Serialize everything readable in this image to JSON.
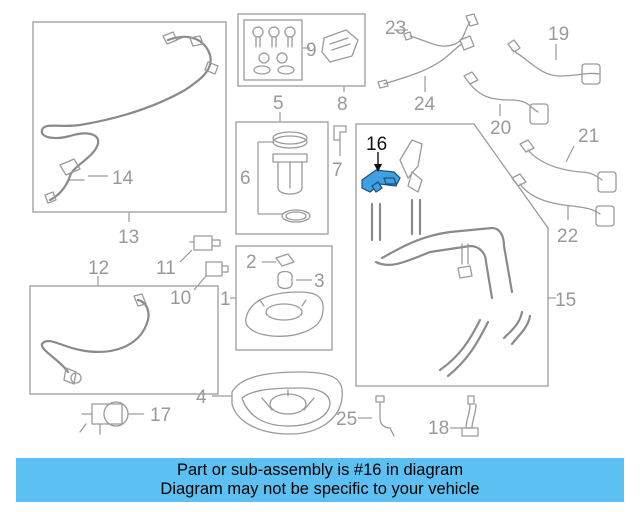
{
  "callouts": [
    "1",
    "2",
    "3",
    "4",
    "5",
    "6",
    "7",
    "8",
    "9",
    "10",
    "11",
    "12",
    "13",
    "14",
    "15",
    "16",
    "17",
    "18",
    "19",
    "20",
    "21",
    "22",
    "23",
    "24",
    "25"
  ],
  "highlighted_part": "16",
  "banner": {
    "line1": "Part or sub-assembly is #16 in diagram",
    "line2": "Diagram may not be specific to your vehicle"
  },
  "colors": {
    "highlight": "#3fa0e6",
    "banner_background": "#5cc0f2",
    "line_art": "#9a9a9a"
  }
}
